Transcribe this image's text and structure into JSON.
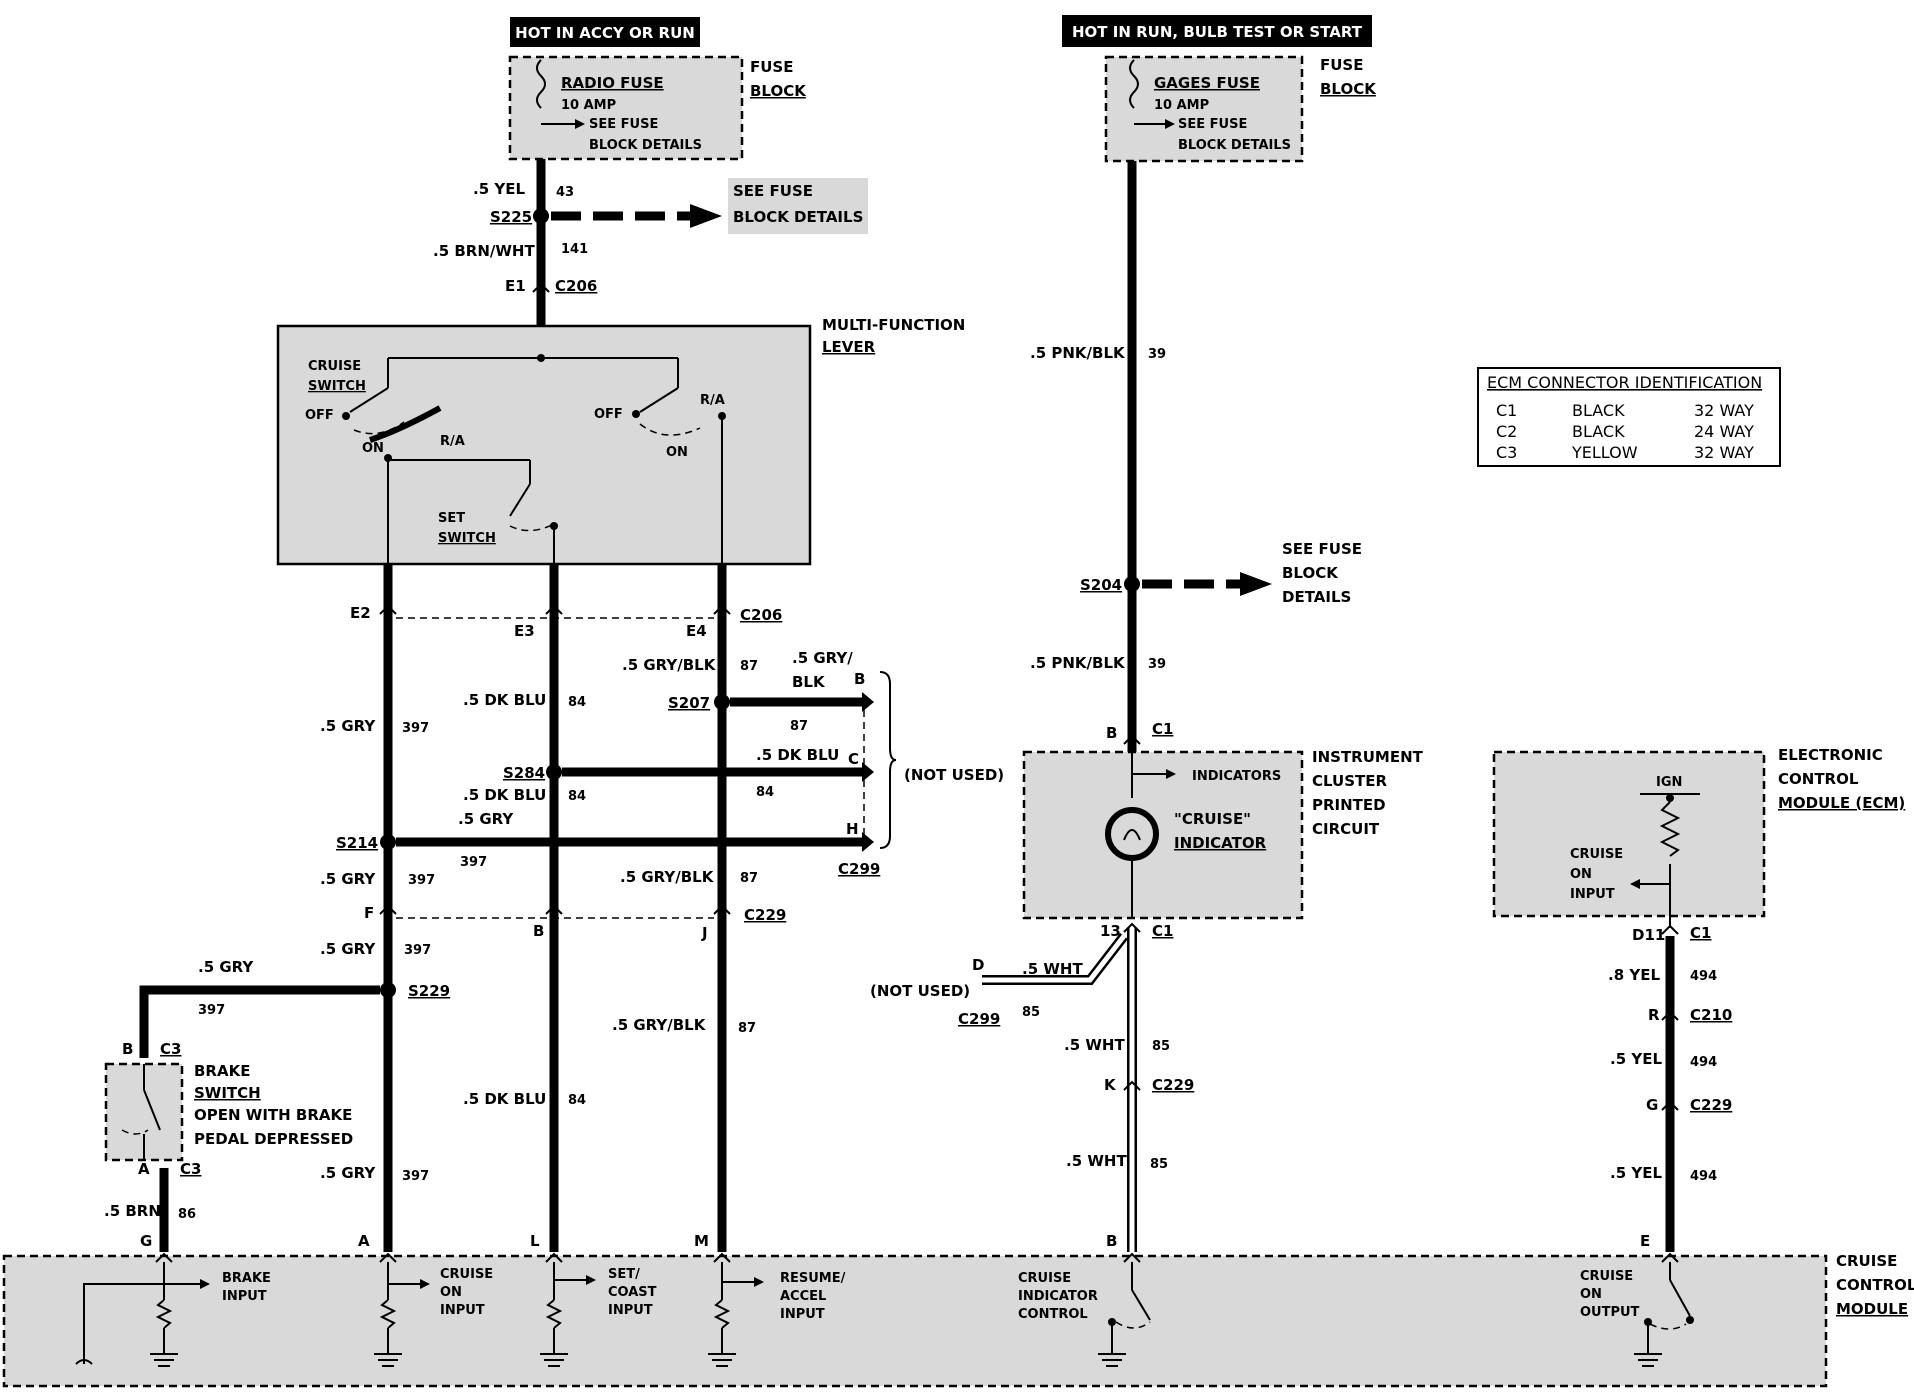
{
  "power": {
    "left_header": "HOT IN ACCY OR RUN",
    "right_header": "HOT IN RUN, BULB TEST OR START"
  },
  "fuses": {
    "radio": {
      "name": "RADIO FUSE",
      "amp": "10 AMP",
      "see": "SEE FUSE",
      "details": "BLOCK DETAILS"
    },
    "gages": {
      "name": "GAGES FUSE",
      "amp": "10 AMP",
      "see": "SEE FUSE",
      "details": "BLOCK DETAILS"
    },
    "fuse_label_1": "FUSE",
    "fuse_label_2": "BLOCK"
  },
  "see_fuse_block": {
    "line1": "SEE FUSE",
    "line2": "BLOCK DETAILS"
  },
  "see_fuse_block_right": {
    "line1": "SEE FUSE",
    "line2": "BLOCK",
    "line3": "DETAILS"
  },
  "splices": {
    "s225": "S225",
    "s204": "S204",
    "s207": "S207",
    "s284": "S284",
    "s214": "S214",
    "s229": "S229"
  },
  "connectors": {
    "c206": "C206",
    "c229": "C229",
    "c299": "C299",
    "c210": "C210",
    "c1": "C1",
    "c3": "C3",
    "e1": "E1",
    "e2": "E2",
    "e3": "E3",
    "e4": "E4",
    "f": "F",
    "b": "B",
    "j": "J",
    "a": "A",
    "l": "L",
    "m": "M",
    "g": "G",
    "k": "K",
    "r": "R",
    "e": "E",
    "d11": "D11",
    "n13": "13",
    "d": "D",
    "c": "C",
    "h": "H"
  },
  "wires": {
    "yel": ".5 YEL",
    "c43": "43",
    "brnwht": ".5 BRN/WHT",
    "c141": "141",
    "pnkblk": ".5 PNK/BLK",
    "c39": "39",
    "gry": ".5 GRY",
    "c397": "397",
    "dkblu": ".5 DK BLU",
    "c84": "84",
    "gryblk": ".5 GRY/BLK",
    "c87": "87",
    "gry_slash": ".5 GRY/",
    "blk": "BLK",
    "wht": ".5 WHT",
    "c85": "85",
    "yel8": ".8 YEL",
    "c494": "494",
    "brn": ".5 BRN",
    "c86": "86"
  },
  "multifunction": {
    "label1": "MULTI-FUNCTION",
    "label2": "LEVER",
    "cruise": "CRUISE",
    "switch": "SWITCH",
    "off": "OFF",
    "on": "ON",
    "ra": "R/A",
    "set": "SET"
  },
  "not_used": "(NOT USED)",
  "cluster": {
    "l1": "INSTRUMENT",
    "l2": "CLUSTER",
    "l3": "PRINTED",
    "l4": "CIRCUIT",
    "indicators": "INDICATORS",
    "cruise_q": "\"CRUISE\"",
    "indicator": "INDICATOR"
  },
  "ecm": {
    "l1": "ELECTRONIC",
    "l2": "CONTROL",
    "l3": "MODULE (ECM)",
    "ign": "IGN",
    "cruise": "CRUISE",
    "on": "ON",
    "input": "INPUT"
  },
  "ecm_table": {
    "title": "ECM CONNECTOR IDENTIFICATION",
    "rows": [
      {
        "id": "C1",
        "color": "BLACK",
        "way": "32 WAY"
      },
      {
        "id": "C2",
        "color": "BLACK",
        "way": "24 WAY"
      },
      {
        "id": "C3",
        "color": "YELLOW",
        "way": "32 WAY"
      }
    ]
  },
  "brake": {
    "l1": "BRAKE",
    "l2": "SWITCH",
    "l3": "OPEN WITH BRAKE",
    "l4": "PEDAL DEPRESSED"
  },
  "ccm": {
    "l1": "CRUISE",
    "l2": "CONTROL",
    "l3": "MODULE",
    "brake": "BRAKE",
    "input": "INPUT",
    "cruise": "CRUISE",
    "on": "ON",
    "set": "SET/",
    "coast": "COAST",
    "resume": "RESUME/",
    "accel": "ACCEL",
    "indicator": "INDICATOR",
    "control": "CONTROL",
    "output": "OUTPUT"
  }
}
